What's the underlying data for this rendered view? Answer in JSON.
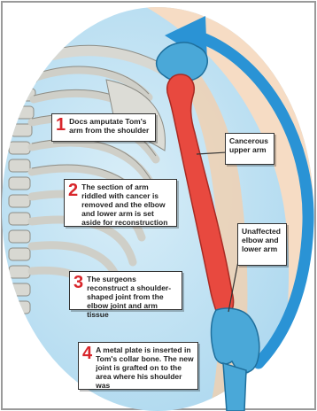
{
  "steps": [
    {
      "number": "1",
      "text": "Docs amputate Tom's arm from the shoulder"
    },
    {
      "number": "2",
      "text": "The section of arm riddled with cancer is removed and the elbow and lower arm is set aside for reconstruction"
    },
    {
      "number": "3",
      "text": "The surgeons reconstruct a shoulder-shaped joint from the elbow joint and arm tissue"
    },
    {
      "number": "4",
      "text": "A metal plate is inserted in Tom's collar bone. The new joint is grafted on to the area where his shoulder was"
    }
  ],
  "labels": {
    "cancerous": "Cancerous upper arm",
    "unaffected": "Unaffected elbow and lower arm"
  },
  "colors": {
    "bone_red": "#e8493f",
    "bone_blue": "#4aa8d8",
    "arrow_blue": "#2a93d5",
    "skin": "#f6dcc4",
    "background_blue": "#bfe2f2",
    "number_red": "#d8262b"
  }
}
